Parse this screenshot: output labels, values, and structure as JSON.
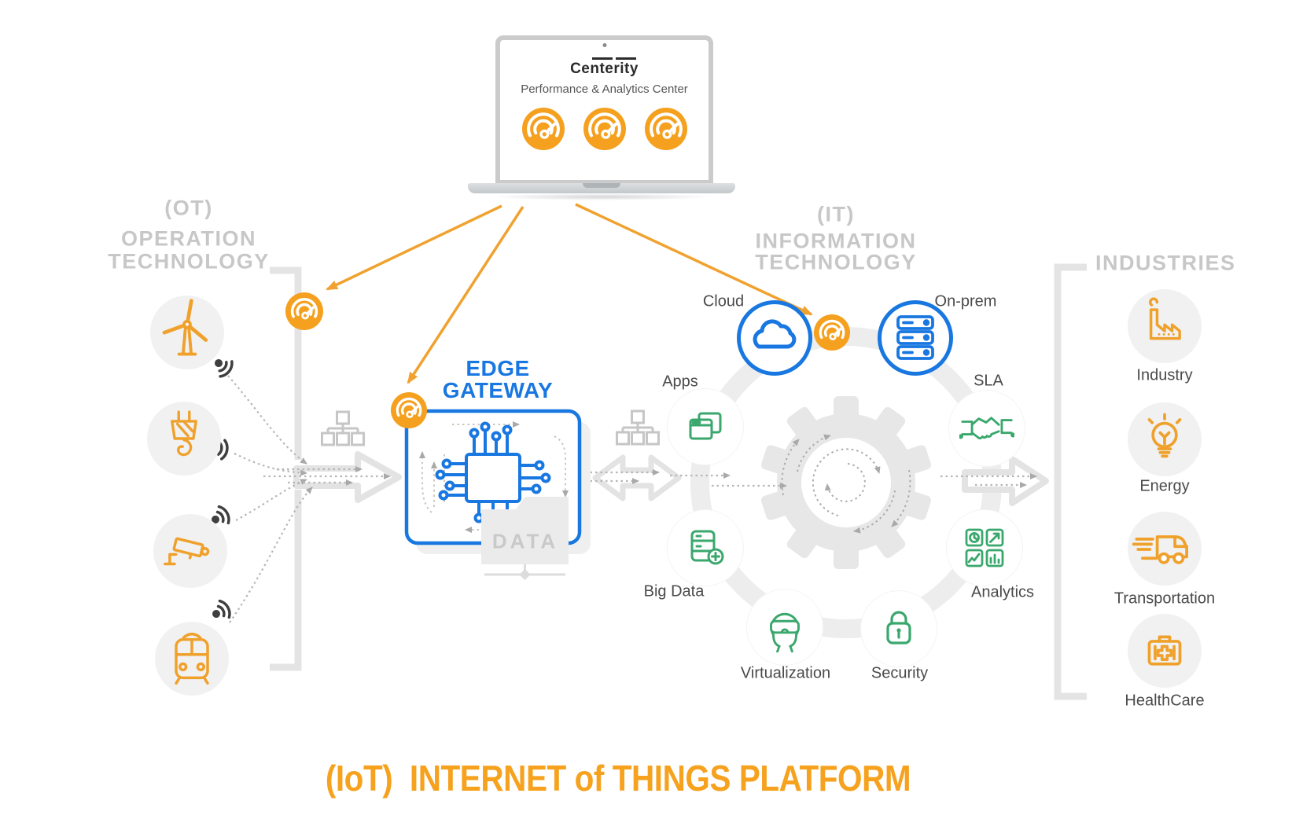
{
  "colors": {
    "orange": "#F0A230",
    "blue": "#1877E0",
    "green": "#3AA76D",
    "gray_heading": "#C7C7C7",
    "label_gray": "#4A4A4A"
  },
  "laptop": {
    "brand": "Centerity",
    "subtitle": "Performance & Analytics Center",
    "gauge_icon": "gauge-icon",
    "gauge_count": 3
  },
  "ot": {
    "tag": "(OT)",
    "title_lines": [
      "OPERATION",
      "TECHNOLOGY"
    ],
    "devices": [
      {
        "icon": "wind-turbine-icon"
      },
      {
        "icon": "crane-hook-icon"
      },
      {
        "icon": "cctv-camera-icon"
      },
      {
        "icon": "train-icon"
      }
    ]
  },
  "edge_gateway": {
    "title_lines": [
      "EDGE",
      "GATEWAY"
    ],
    "data_label": "DATA",
    "icon": "circuit-chip-icon",
    "badge_icon": "gauge-icon"
  },
  "it": {
    "tag": "(IT)",
    "title_lines": [
      "INFORMATION",
      "TECHNOLOGY"
    ],
    "nodes": [
      {
        "id": "cloud",
        "label": "Cloud",
        "icon": "cloud-icon"
      },
      {
        "id": "onprem",
        "label": "On-prem",
        "icon": "server-stack-icon"
      },
      {
        "id": "apps",
        "label": "Apps",
        "icon": "app-windows-icon"
      },
      {
        "id": "sla",
        "label": "SLA",
        "icon": "handshake-icon"
      },
      {
        "id": "bigdata",
        "label": "Big Data",
        "icon": "database-plus-icon"
      },
      {
        "id": "analytics",
        "label": "Analytics",
        "icon": "charts-grid-icon"
      },
      {
        "id": "virtualization",
        "label": "Virtualization",
        "icon": "vr-headset-icon"
      },
      {
        "id": "security",
        "label": "Security",
        "icon": "padlock-icon"
      }
    ]
  },
  "industries": {
    "title": "INDUSTRIES",
    "items": [
      {
        "label": "Industry",
        "icon": "factory-icon"
      },
      {
        "label": "Energy",
        "icon": "lightbulb-icon"
      },
      {
        "label": "Transportation",
        "icon": "delivery-truck-icon"
      },
      {
        "label": "HealthCare",
        "icon": "first-aid-kit-icon"
      }
    ]
  },
  "footer": {
    "title": "(IoT)  INTERNET of THINGS PLATFORM"
  }
}
